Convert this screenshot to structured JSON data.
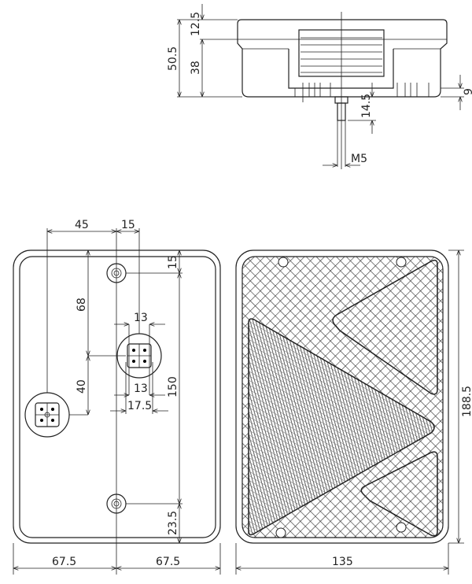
{
  "side_view": {
    "h_total": "50.5",
    "h_top": "12.5",
    "h_body": "38",
    "h_feet": "9",
    "h_bolt": "14.5",
    "thread": "M5"
  },
  "back_view": {
    "dx_connector": "45",
    "dx_center": "15",
    "dy_upper": "68",
    "dy_lower": "40",
    "hole_top": "15",
    "hole_span": "150",
    "hole_bottom": "23.5",
    "conn_inner_top": "13",
    "conn_inner_bottom": "13",
    "conn_outer": "17.5",
    "half_left": "67.5",
    "half_right": "67.5"
  },
  "front_view": {
    "height": "188.5",
    "width": "135"
  }
}
